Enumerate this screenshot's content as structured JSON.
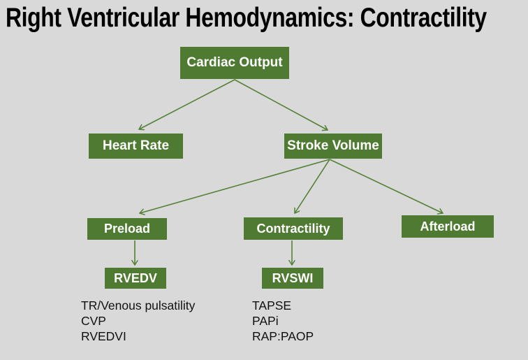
{
  "title": "Right Ventricular Hemodynamics: Contractility",
  "colors": {
    "background": "#d9d9d9",
    "box_fill": "#4e7b31",
    "arrow_stroke": "#538135",
    "box_text": "#ffffff",
    "title_text": "#000000",
    "list_text": "#111111"
  },
  "nodes": {
    "cardiac_output": {
      "label": "Cardiac Output"
    },
    "heart_rate": {
      "label": "Heart Rate"
    },
    "stroke_volume": {
      "label": "Stroke Volume"
    },
    "preload": {
      "label": "Preload"
    },
    "contractility": {
      "label": "Contractility"
    },
    "afterload": {
      "label": "Afterload"
    },
    "rvedv": {
      "label": "RVEDV"
    },
    "rvswi": {
      "label": "RVSWI"
    }
  },
  "lists": {
    "preload_measures": {
      "items": [
        "TR/Venous pulsatility",
        "CVP",
        "RVEDVI"
      ]
    },
    "contractility_measures": {
      "items": [
        "TAPSE",
        "PAPi",
        "RAP:PAOP"
      ]
    }
  }
}
